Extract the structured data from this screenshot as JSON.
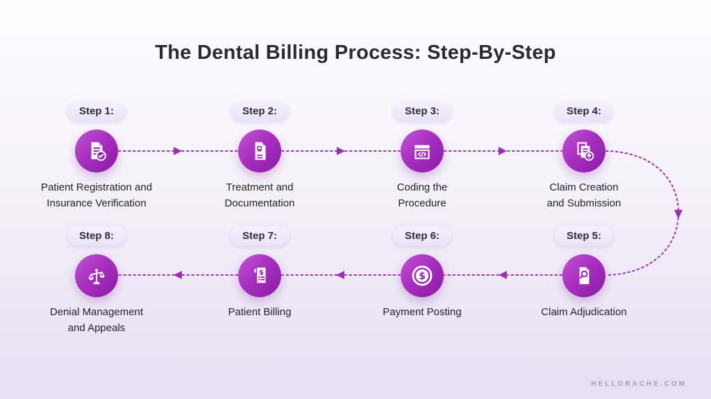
{
  "title": "The Dental Billing Process: Step-By-Step",
  "watermark": "HELLORACHE.COM",
  "colors": {
    "background_top": "#fdfdfe",
    "background_bottom": "#e5e0f2",
    "connector": "#a12cb8",
    "circle_gradient_start": "#c157d3",
    "circle_gradient_end": "#891ba4",
    "badge_background": "#ece7fa",
    "title_text": "#2b2a31",
    "label_text": "#222028",
    "watermark_text": "#a69eb4"
  },
  "flow": {
    "type": "s-curve",
    "description": "Steps 1-4 left to right on top row, dotted arrow curves down on right side, steps 5-8 right to left on bottom row",
    "connector_style": "dotted line with triangular arrowheads"
  },
  "steps": [
    {
      "badge": "Step 1:",
      "label": "Patient Registration and\nInsurance Verification",
      "icon": "document-check-icon"
    },
    {
      "badge": "Step 2:",
      "label": "Treatment and\nDocumentation",
      "icon": "dental-record-icon"
    },
    {
      "badge": "Step 3:",
      "label": "Coding the\nProcedure",
      "icon": "code-window-icon"
    },
    {
      "badge": "Step 4:",
      "label": "Claim Creation\nand Submission",
      "icon": "document-upload-icon"
    },
    {
      "badge": "Step 5:",
      "label": "Claim Adjudication",
      "icon": "document-search-icon"
    },
    {
      "badge": "Step 6:",
      "label": "Payment Posting",
      "icon": "dollar-coin-icon"
    },
    {
      "badge": "Step 7:",
      "label": "Patient Billing",
      "icon": "billing-receipt-icon"
    },
    {
      "badge": "Step 8:",
      "label": "Denial Management\nand Appeals",
      "icon": "scales-icon"
    }
  ]
}
